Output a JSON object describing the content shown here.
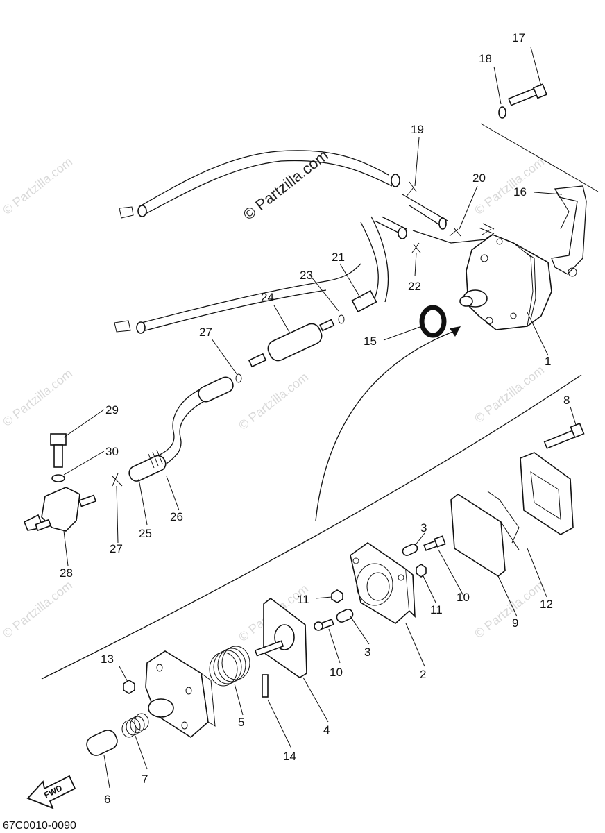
{
  "watermark": {
    "main_text": "© Partzilla.com",
    "repeat_text": "© Partzilla.com"
  },
  "diagram_code": "67C0010-0090",
  "fwd_label": "FWD",
  "callouts": {
    "p1": "1",
    "p2": "2",
    "p3a": "3",
    "p3b": "3",
    "p4": "4",
    "p5": "5",
    "p6": "6",
    "p7": "7",
    "p8": "8",
    "p9": "9",
    "p10a": "10",
    "p10b": "10",
    "p11a": "11",
    "p11b": "11",
    "p12": "12",
    "p13": "13",
    "p14": "14",
    "p15": "15",
    "p16": "16",
    "p17": "17",
    "p18": "18",
    "p19": "19",
    "p20": "20",
    "p21": "21",
    "p22": "22",
    "p23": "23",
    "p24": "24",
    "p25": "25",
    "p26": "26",
    "p27a": "27",
    "p27b": "27",
    "p28": "28",
    "p29": "29",
    "p30": "30"
  },
  "colors": {
    "ink": "#111111",
    "watermark": "#d9d9d9",
    "background": "#ffffff"
  }
}
